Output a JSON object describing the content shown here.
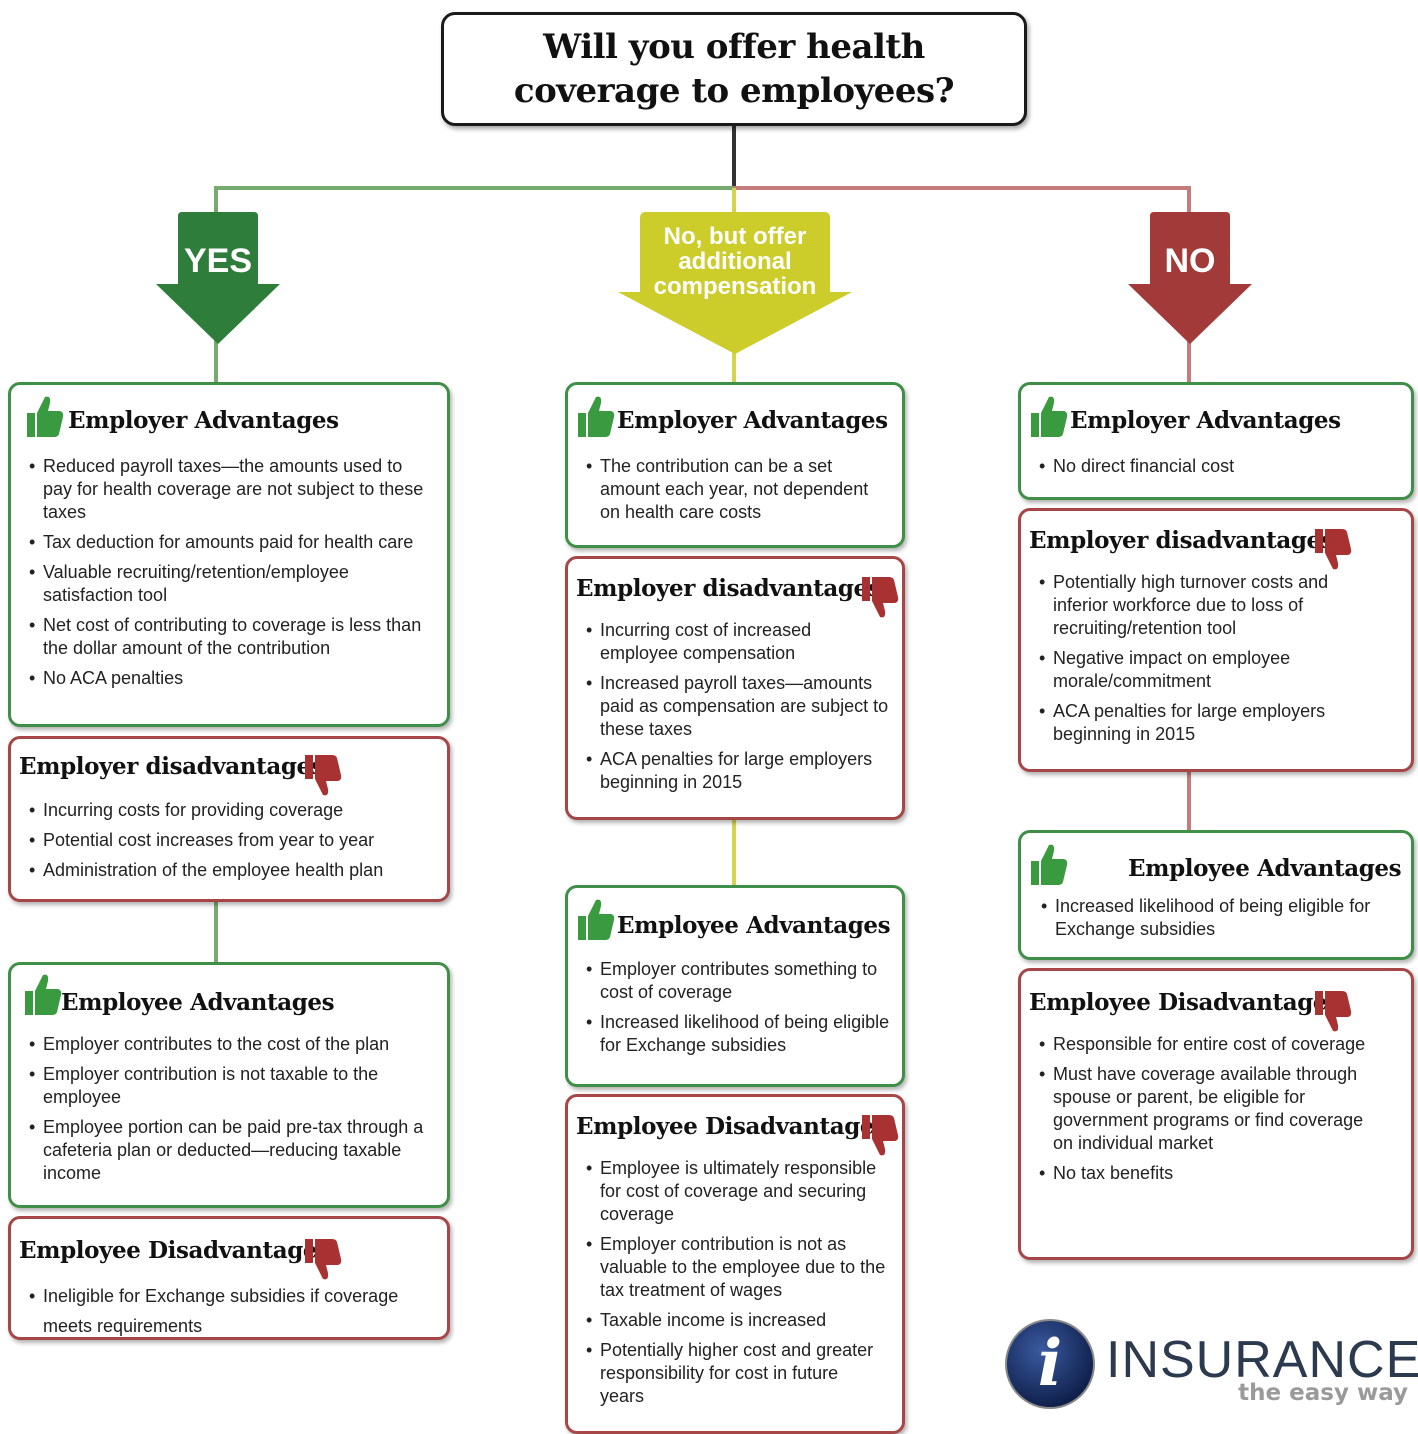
{
  "title": {
    "line1": "Will you offer health",
    "line2": "coverage to employees?"
  },
  "colors": {
    "yes": "#2e7d3a",
    "middle": "#cccc2a",
    "no": "#a33a3a",
    "green_border": "#3f8f48",
    "red_border": "#a64646"
  },
  "branches": {
    "yes": {
      "label": "YES",
      "employer_advantages": {
        "title": "Employer Advantages",
        "icon": "thumbs-up-icon",
        "items": [
          "Reduced payroll taxes—the amounts used to pay for health coverage are not subject to these taxes",
          "Tax deduction for amounts paid for health care",
          "Valuable recruiting/retention/employee satisfaction tool",
          "Net cost of contributing to coverage is less than the dollar amount of the contribution",
          "No ACA penalties"
        ]
      },
      "employer_disadvantages": {
        "title": "Employer disadvantages",
        "icon": "thumbs-down-icon",
        "items": [
          "Incurring costs for providing coverage",
          "Potential cost increases from year to year",
          "Administration of the employee health plan"
        ]
      },
      "employee_advantages": {
        "title": "Employee Advantages",
        "icon": "thumbs-up-icon",
        "items": [
          "Employer contributes to the cost of the plan",
          "Employer contribution is not taxable to the employee",
          "Employee portion can be paid pre-tax through a cafeteria plan or deducted—reducing taxable income"
        ]
      },
      "employee_disadvantages": {
        "title": "Employee Disadvantages",
        "icon": "thumbs-down-icon",
        "items": [
          "Ineligible for Exchange subsidies if coverage meets requirements"
        ]
      }
    },
    "middle": {
      "label_lines": [
        "No, but offer",
        "additional",
        "compensation"
      ],
      "employer_advantages": {
        "title": "Employer Advantages",
        "icon": "thumbs-up-icon",
        "items": [
          "The contribution can be a set amount each year, not dependent on health care costs"
        ]
      },
      "employer_disadvantages": {
        "title": "Employer disadvantages",
        "icon": "thumbs-down-icon",
        "items": [
          "Incurring cost of increased employee compensation",
          "Increased payroll taxes—amounts paid as compensation are subject to these taxes",
          "ACA penalties for large employers beginning in 2015"
        ]
      },
      "employee_advantages": {
        "title": "Employee Advantages",
        "icon": "thumbs-up-icon",
        "items": [
          "Employer contributes something to cost of coverage",
          "Increased likelihood of being eligible for Exchange subsidies"
        ]
      },
      "employee_disadvantages": {
        "title": "Employee Disadvantages",
        "icon": "thumbs-down-icon",
        "items": [
          "Employee is ultimately responsible for cost of coverage and securing coverage",
          "Employer contribution is not as valuable to the employee due to the tax treatment of wages",
          "Taxable income is increased",
          "Potentially higher cost and greater responsibility for cost in future years"
        ]
      }
    },
    "no": {
      "label": "NO",
      "employer_advantages": {
        "title": "Employer Advantages",
        "icon": "thumbs-up-icon",
        "items": [
          "No direct financial cost"
        ]
      },
      "employer_disadvantages": {
        "title": "Employer disadvantages",
        "icon": "thumbs-down-icon",
        "items": [
          "Potentially high turnover costs and inferior workforce due to loss of recruiting/retention tool",
          "Negative impact on employee morale/commitment",
          "ACA penalties for large employers beginning in 2015"
        ]
      },
      "employee_advantages": {
        "title": "Employee Advantages",
        "icon": "thumbs-up-icon",
        "items": [
          "Increased likelihood of being eligible for Exchange subsidies"
        ]
      },
      "employee_disadvantages": {
        "title": "Employee Disadvantages",
        "icon": "thumbs-down-icon",
        "items": [
          "Responsible for entire cost of coverage",
          "Must have coverage available through spouse or parent, be eligible for government programs or find coverage on individual market",
          "No tax benefits"
        ]
      }
    }
  },
  "logo": {
    "mark": "i",
    "name": "INSURANCE",
    "tagline": "the easy way"
  }
}
